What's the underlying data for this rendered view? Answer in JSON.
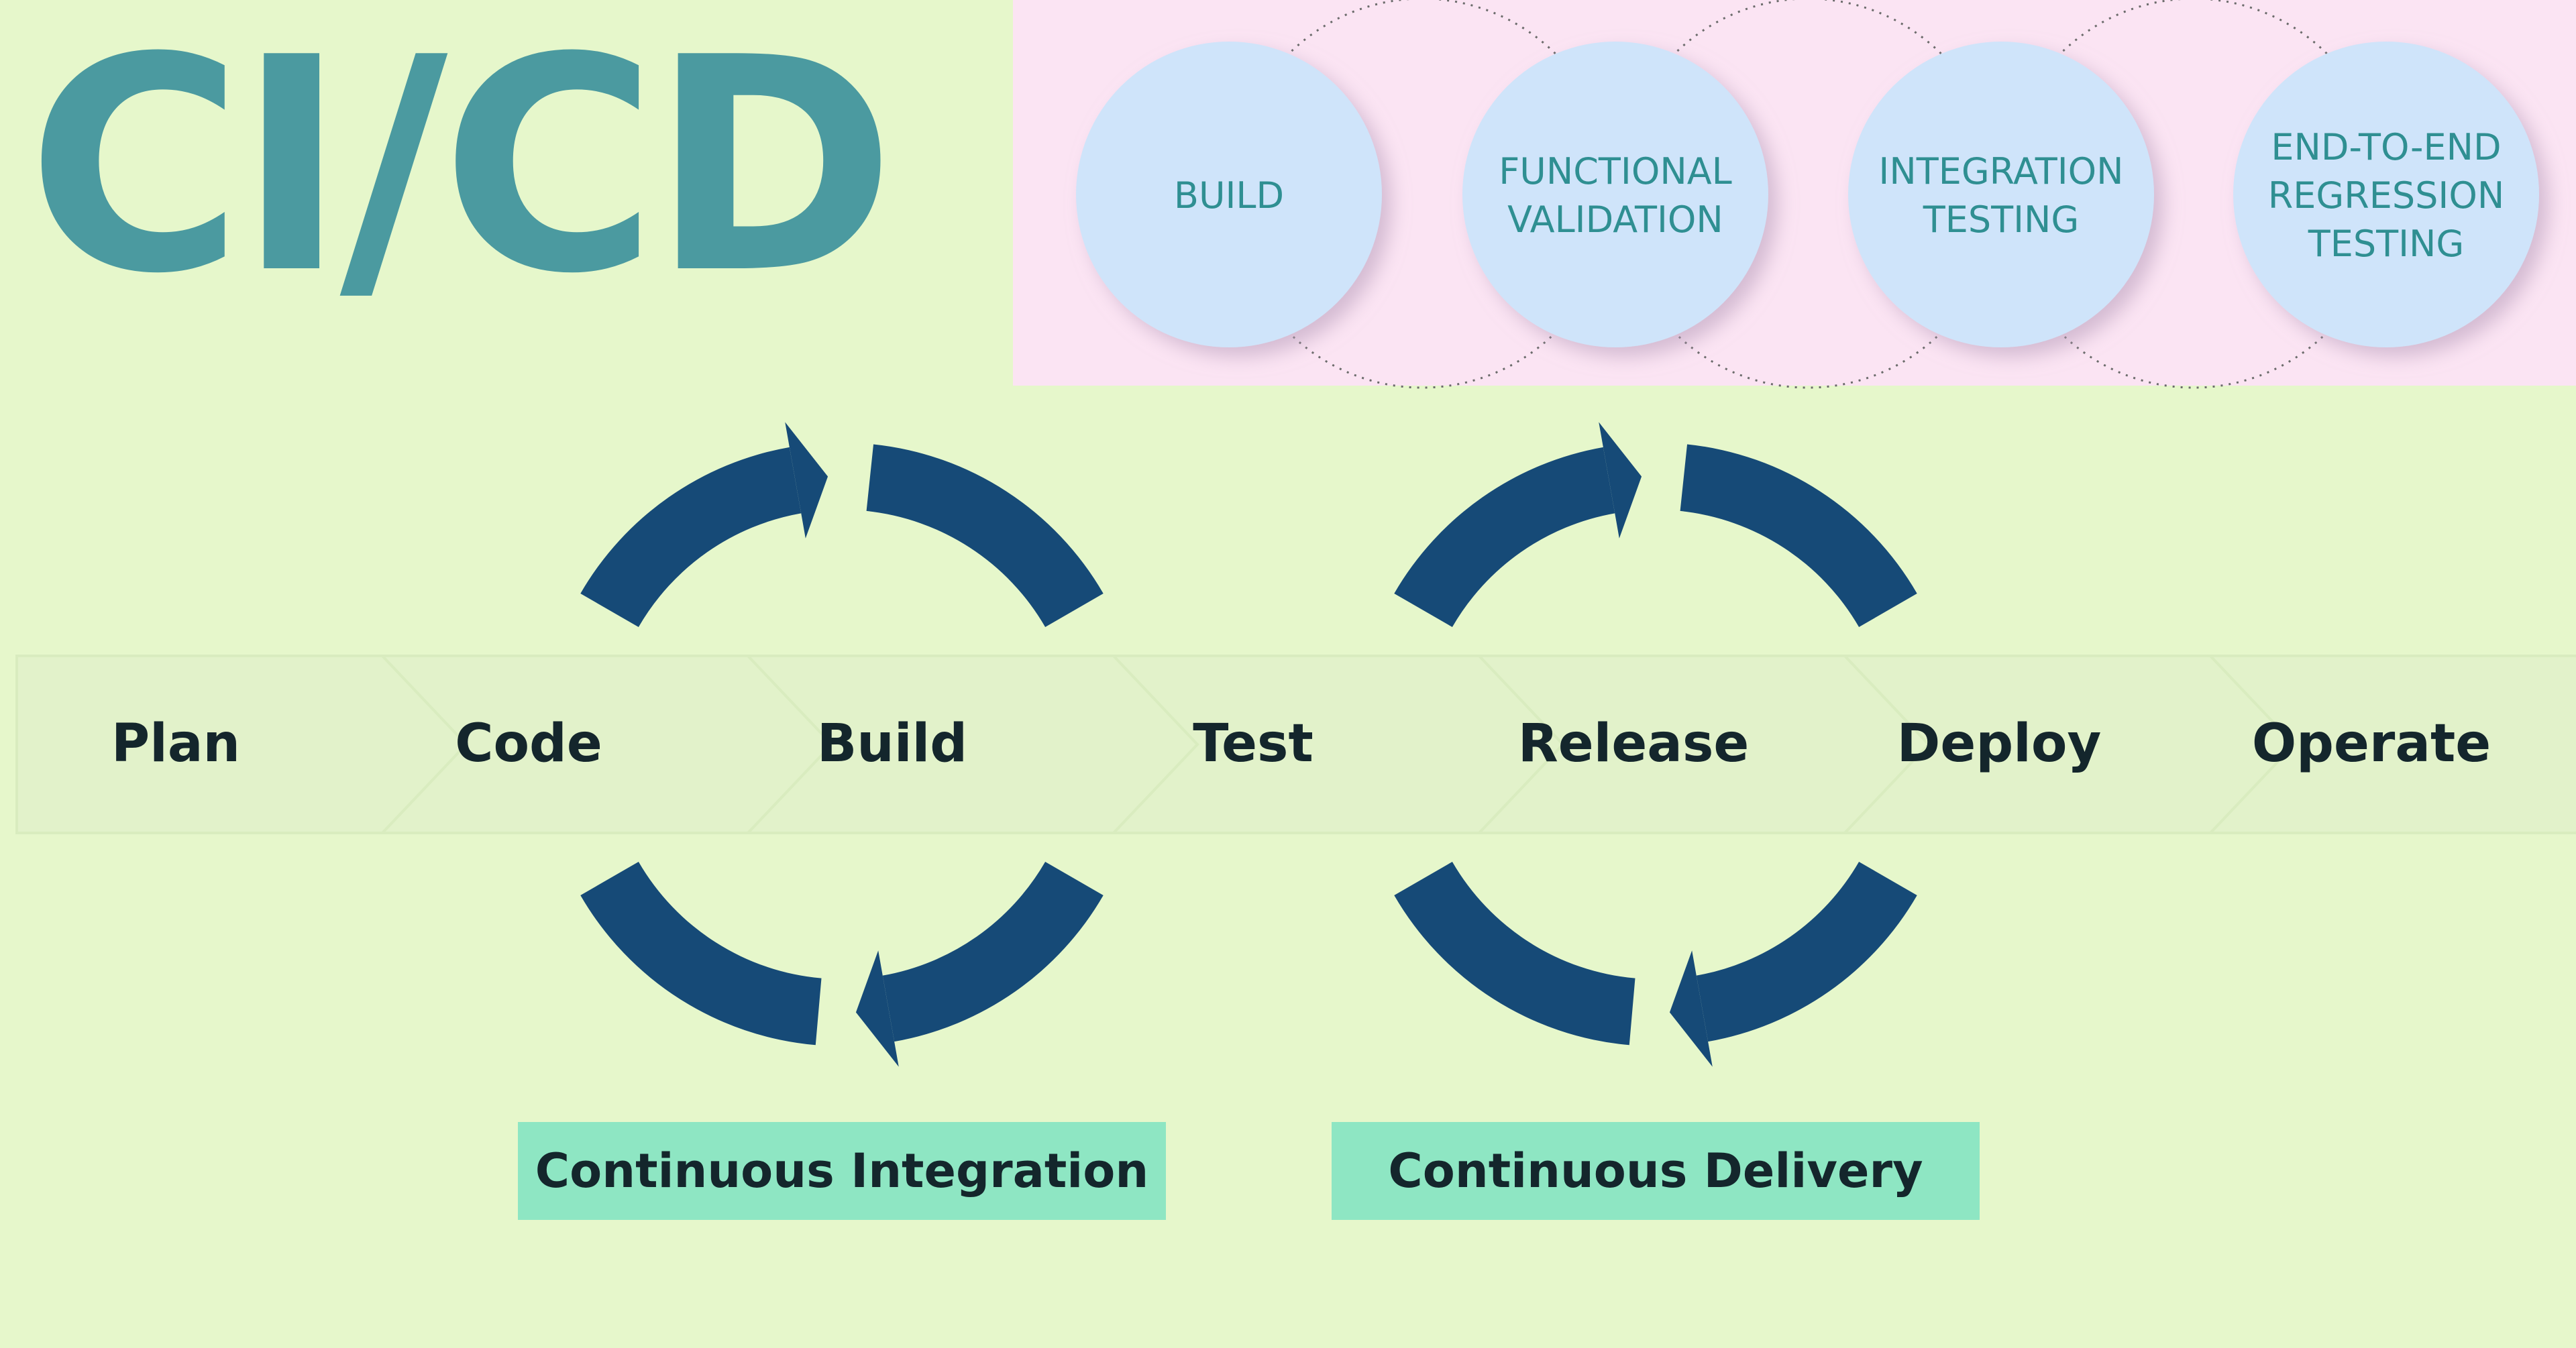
{
  "logo": {
    "text": "CI/CD"
  },
  "test_stages": [
    {
      "lines": [
        "BUILD"
      ]
    },
    {
      "lines": [
        "FUNCTIONAL",
        "VALIDATION"
      ]
    },
    {
      "lines": [
        "INTEGRATION",
        "TESTING"
      ]
    },
    {
      "lines": [
        "END-TO-END",
        "REGRESSION",
        "TESTING"
      ]
    }
  ],
  "pipeline": {
    "stages": [
      "Plan",
      "Code",
      "Build",
      "Test",
      "Release",
      "Deploy",
      "Operate"
    ]
  },
  "loops": [
    {
      "label": "Continuous Integration"
    },
    {
      "label": "Continuous Delivery"
    }
  ],
  "colors": {
    "background": "#e6f7cb",
    "test_panel": "#fbe4f3",
    "circle_fill": "#cfe4fa",
    "arrow": "#164a77",
    "badge": "#8ee6c3",
    "logo": "#4b9aa0"
  }
}
